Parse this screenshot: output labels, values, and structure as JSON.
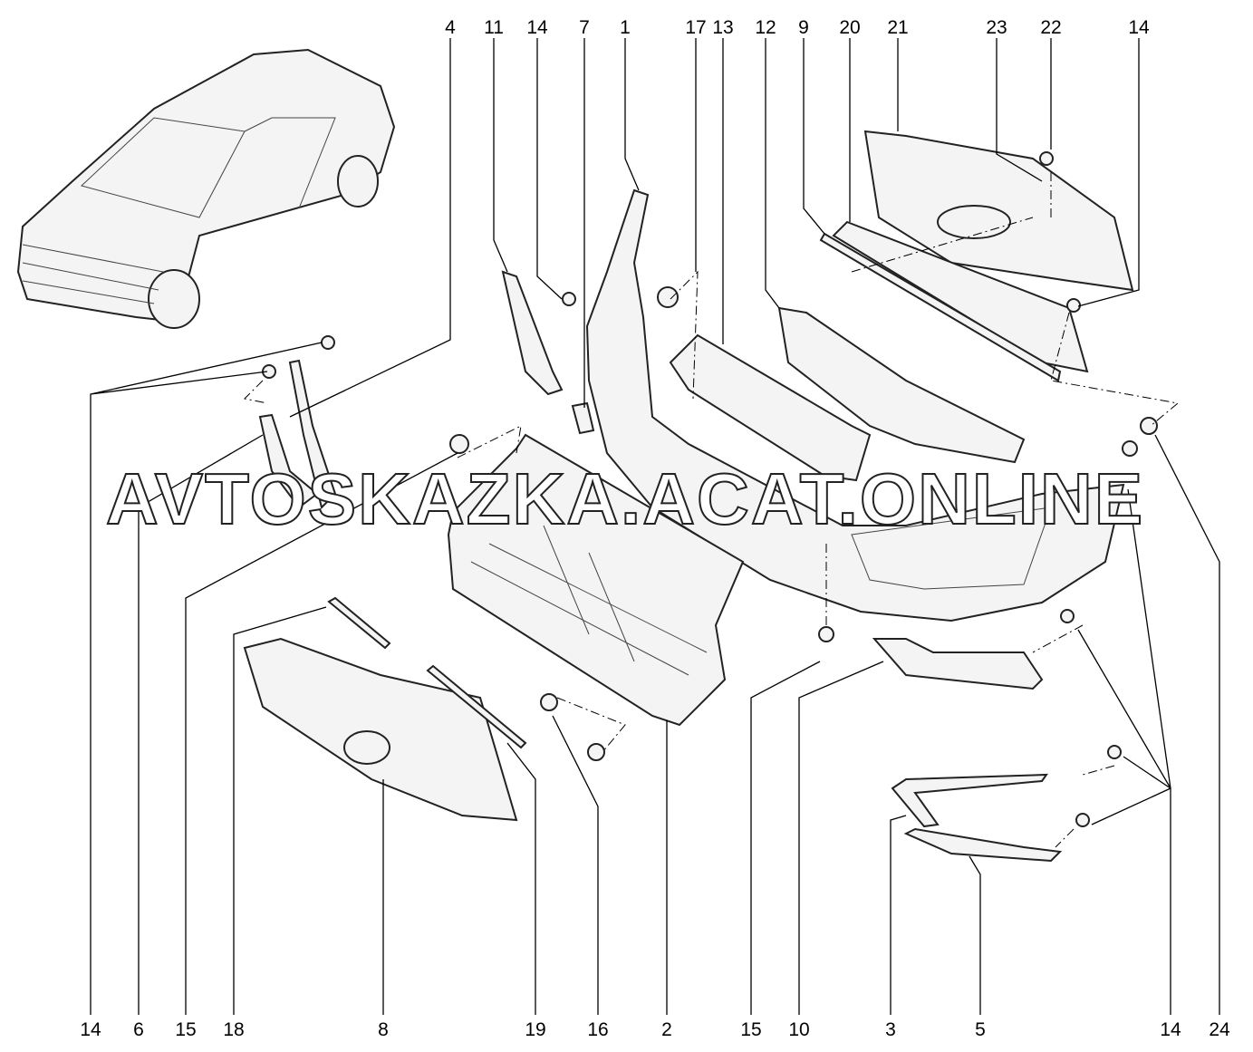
{
  "diagram": {
    "title": "Front bumper and radiator grille assembly",
    "watermark": "AVTOSKAZKA.ACAT.ONLINE",
    "callouts_top": [
      "4",
      "11",
      "14",
      "7",
      "1",
      "17",
      "13",
      "12",
      "9",
      "20",
      "21",
      "23",
      "22",
      "14"
    ],
    "callouts_bottom": [
      "14",
      "6",
      "15",
      "18",
      "8",
      "19",
      "16",
      "2",
      "15",
      "10",
      "3",
      "5",
      "14",
      "24"
    ]
  }
}
